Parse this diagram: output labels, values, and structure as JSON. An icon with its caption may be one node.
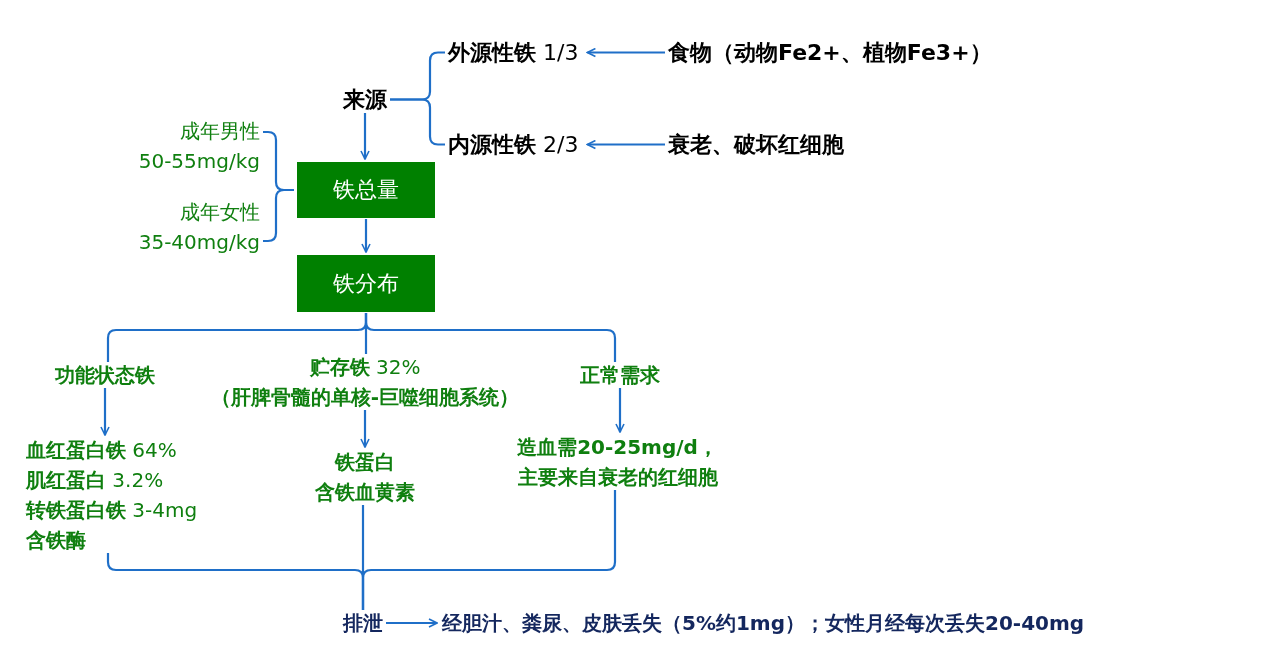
{
  "diagram": {
    "nodes": [
      {
        "text": [
          "来源"
        ]
      },
      {
        "text": [
          "**外源性铁** 1/3"
        ]
      },
      {
        "text": [
          "食物（动物Fe2+、植物Fe3+）"
        ]
      },
      {
        "text": [
          "成年男性 50-55mg/kg"
        ]
      },
      {
        "text": [
          "**内源性铁** 2/3"
        ]
      },
      {
        "text": [
          "衰老、破坏红细胞"
        ]
      },
      {
        "text": [
          "铁总量"
        ]
      },
      {
        "text": [
          "成年女性 35-40mg/kg"
        ]
      },
      {
        "text": [
          "铁分布"
        ]
      },
      {
        "text": [
          "功能状态铁"
        ]
      },
      {
        "text": [
          "**贮存铁** 32%",
          "（肝脾骨髓的单核-巨噬细胞系统）"
        ]
      },
      {
        "text": [
          "正常需求"
        ]
      },
      {
        "text": [
          "**血红蛋白铁** 64%",
          "**肌红蛋白** 3.2%",
          "**转铁蛋白铁** 3-4mg",
          "含铁酶"
        ]
      },
      {
        "text": [
          "铁蛋白",
          "含铁血黄素"
        ]
      },
      {
        "text": [
          "造血需20-25mg/d，",
          "主要来自衰老的红细胞"
        ]
      },
      {
        "text": [
          "排泄"
        ]
      },
      {
        "text": [
          "经胆汁、粪尿、皮肤丢失（5%约1mg）；女性月经每次丢失20-40mg"
        ]
      }
    ],
    "edges": [
      {
        "from": 0,
        "to": 1,
        "arrow": "none"
      },
      {
        "from": 0,
        "to": 4,
        "arrow": "none"
      },
      {
        "from": 2,
        "to": 1,
        "arrow": "to"
      },
      {
        "from": 5,
        "to": 4,
        "arrow": "to"
      },
      {
        "from": 0,
        "to": 6,
        "arrow": "to"
      },
      {
        "from": 3,
        "to": 6,
        "arrow": "none"
      },
      {
        "from": 7,
        "to": 6,
        "arrow": "none"
      },
      {
        "from": 6,
        "to": 8,
        "arrow": "to"
      },
      {
        "from": 8,
        "to": 9,
        "arrow": "none"
      },
      {
        "from": 8,
        "to": 10,
        "arrow": "none"
      },
      {
        "from": 8,
        "to": 11,
        "arrow": "none"
      },
      {
        "from": 9,
        "to": 12,
        "arrow": "to"
      },
      {
        "from": 10,
        "to": 13,
        "arrow": "to"
      },
      {
        "from": 11,
        "to": 14,
        "arrow": "to"
      },
      {
        "from": 12,
        "to": 15,
        "arrow": "none"
      },
      {
        "from": 13,
        "to": 15,
        "arrow": "none"
      },
      {
        "from": 14,
        "to": 15,
        "arrow": "none"
      },
      {
        "from": 15,
        "to": 16,
        "arrow": "to"
      }
    ]
  }
}
